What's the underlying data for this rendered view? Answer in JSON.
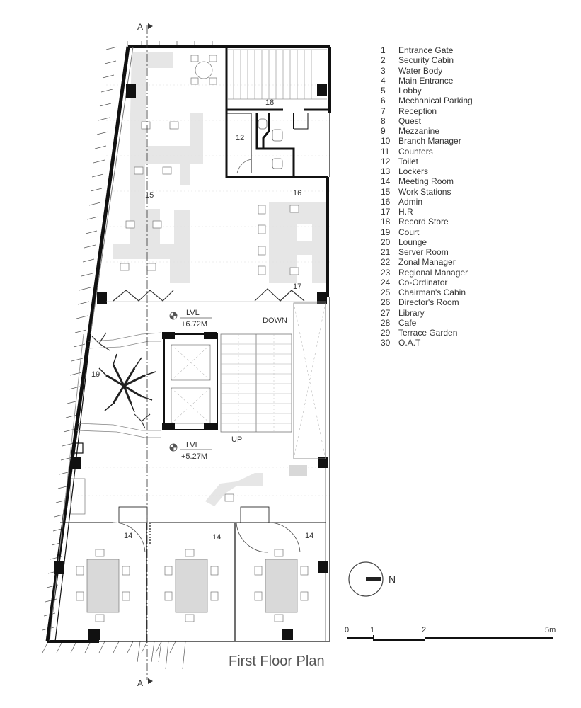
{
  "title": "First Floor Plan",
  "section_marker": "A",
  "north_label": "N",
  "scale_bar": {
    "labels": [
      "0",
      "1",
      "2",
      "5m"
    ]
  },
  "levels": [
    {
      "label": "LVL",
      "value": "+6.72M"
    },
    {
      "label": "LVL",
      "value": "+5.27M"
    }
  ],
  "stair_labels": {
    "down": "DOWN",
    "up": "UP"
  },
  "room_numbers": [
    "18",
    "12",
    "15",
    "16",
    "17",
    "19",
    "14",
    "14",
    "14"
  ],
  "legend": [
    {
      "num": "1",
      "name": "Entrance Gate"
    },
    {
      "num": "2",
      "name": "Security Cabin"
    },
    {
      "num": "3",
      "name": "Water Body"
    },
    {
      "num": "4",
      "name": "Main Entrance"
    },
    {
      "num": "5",
      "name": "Lobby"
    },
    {
      "num": "6",
      "name": "Mechanical Parking"
    },
    {
      "num": "7",
      "name": "Reception"
    },
    {
      "num": "8",
      "name": "Quest"
    },
    {
      "num": "9",
      "name": "Mezzanine"
    },
    {
      "num": "10",
      "name": "Branch Manager"
    },
    {
      "num": "11",
      "name": "Counters"
    },
    {
      "num": "12",
      "name": "Toilet"
    },
    {
      "num": "13",
      "name": "Lockers"
    },
    {
      "num": "14",
      "name": "Meeting Room"
    },
    {
      "num": "15",
      "name": "Work Stations"
    },
    {
      "num": "16",
      "name": "Admin"
    },
    {
      "num": "17",
      "name": "H.R"
    },
    {
      "num": "18",
      "name": "Record Store"
    },
    {
      "num": "19",
      "name": "Court"
    },
    {
      "num": "20",
      "name": "Lounge"
    },
    {
      "num": "21",
      "name": "Server Room"
    },
    {
      "num": "22",
      "name": "Zonal Manager"
    },
    {
      "num": "23",
      "name": "Regional Manager"
    },
    {
      "num": "24",
      "name": "Co-Ordinator"
    },
    {
      "num": "25",
      "name": "Chairman's Cabin"
    },
    {
      "num": "26",
      "name": "Director's Room"
    },
    {
      "num": "27",
      "name": "Library"
    },
    {
      "num": "28",
      "name": "Cafe"
    },
    {
      "num": "29",
      "name": "Terrace Garden"
    },
    {
      "num": "30",
      "name": "O.A.T"
    }
  ]
}
